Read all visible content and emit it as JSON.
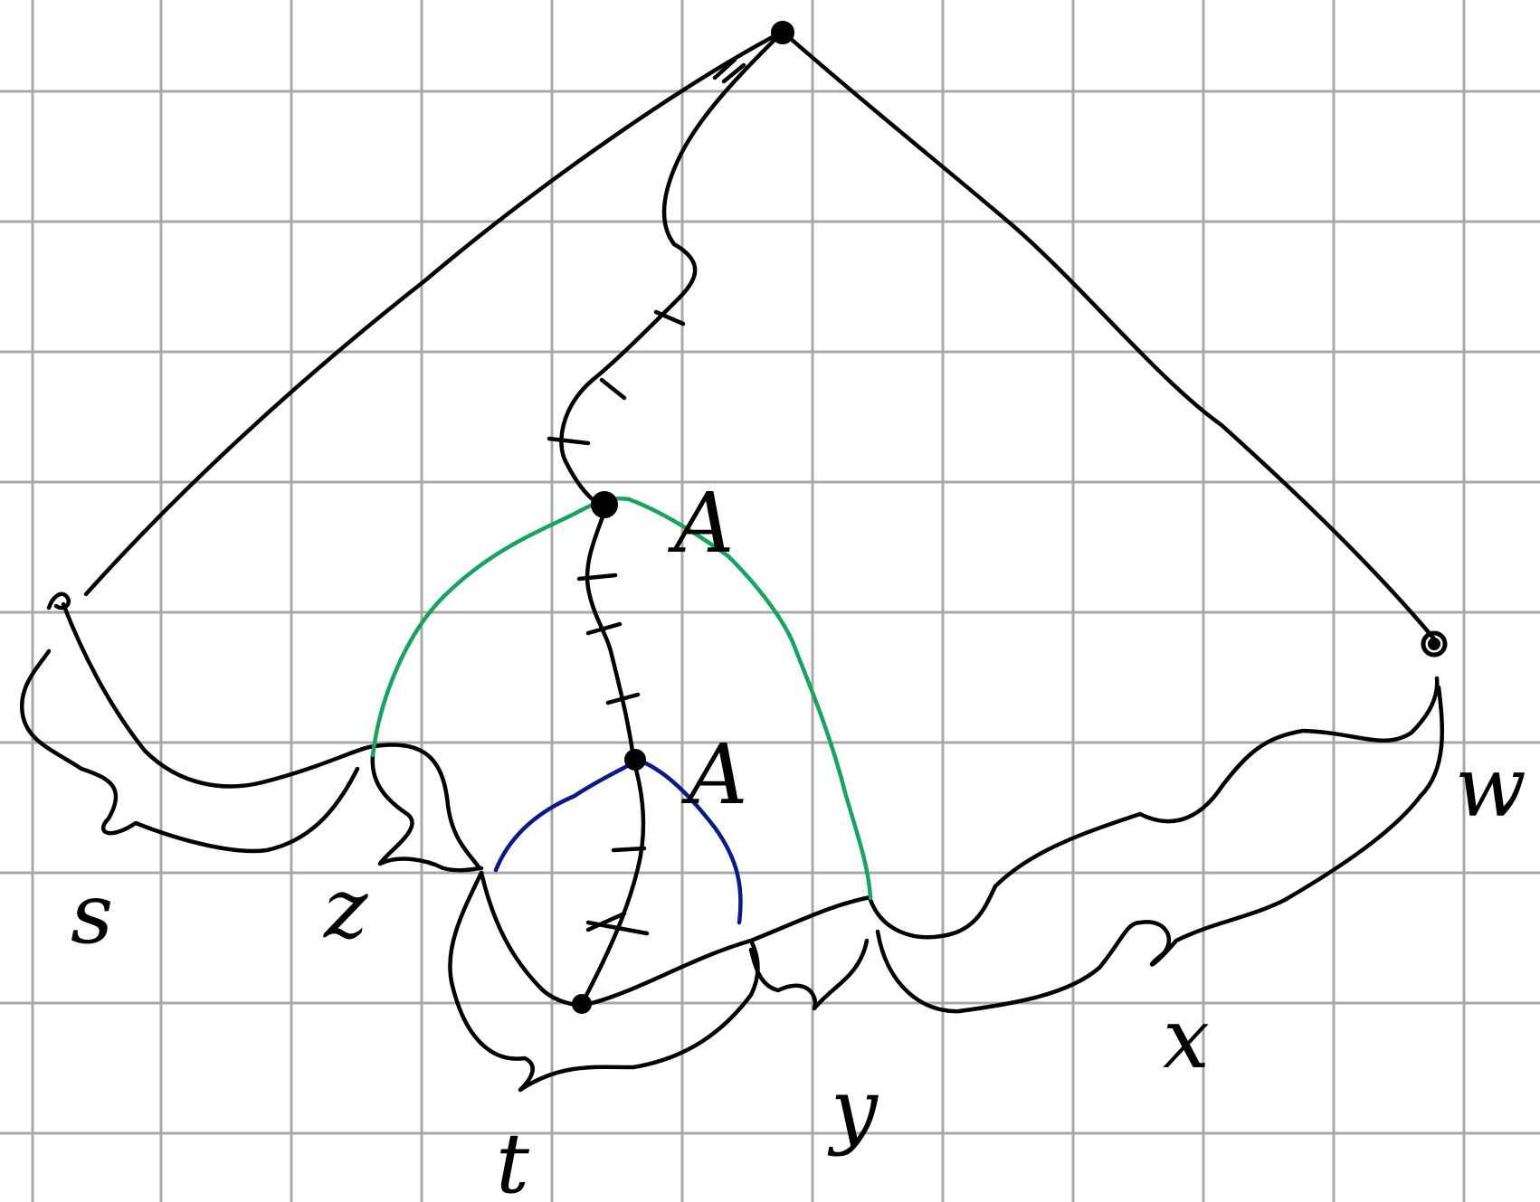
{
  "labels": {
    "a_upper": "A",
    "a_lower": "A",
    "s": "s",
    "z": "z",
    "t": "t",
    "y": "y",
    "x": "x",
    "w": "w"
  },
  "colors": {
    "background": "#ffffff",
    "grid": "#a8a8a8",
    "ink": "#000000",
    "green_arc": "#1aa35c",
    "blue_arc": "#0b1a86"
  },
  "grid": {
    "visible": true
  }
}
